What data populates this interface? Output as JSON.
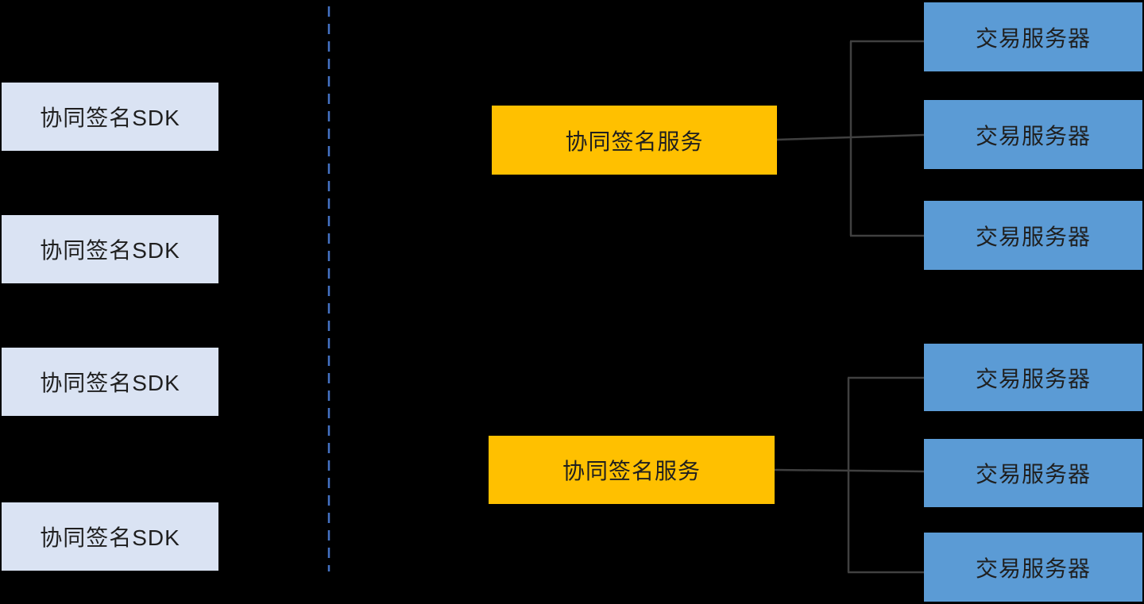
{
  "nodes": {
    "sdk": [
      {
        "label": "协同签名SDK"
      },
      {
        "label": "协同签名SDK"
      },
      {
        "label": "协同签名SDK"
      },
      {
        "label": "协同签名SDK"
      }
    ],
    "service": [
      {
        "label": "协同签名服务"
      },
      {
        "label": "协同签名服务"
      }
    ],
    "server": [
      {
        "label": "交易服务器"
      },
      {
        "label": "交易服务器"
      },
      {
        "label": "交易服务器"
      },
      {
        "label": "交易服务器"
      },
      {
        "label": "交易服务器"
      },
      {
        "label": "交易服务器"
      }
    ]
  },
  "colors": {
    "background": "#000000",
    "sdk_fill": "#DAE3F3",
    "service_fill": "#FFC000",
    "server_fill": "#5B9BD5",
    "divider_dashed": "#4472C4",
    "connector": "#404040",
    "label_text": "#1F1F1F"
  }
}
